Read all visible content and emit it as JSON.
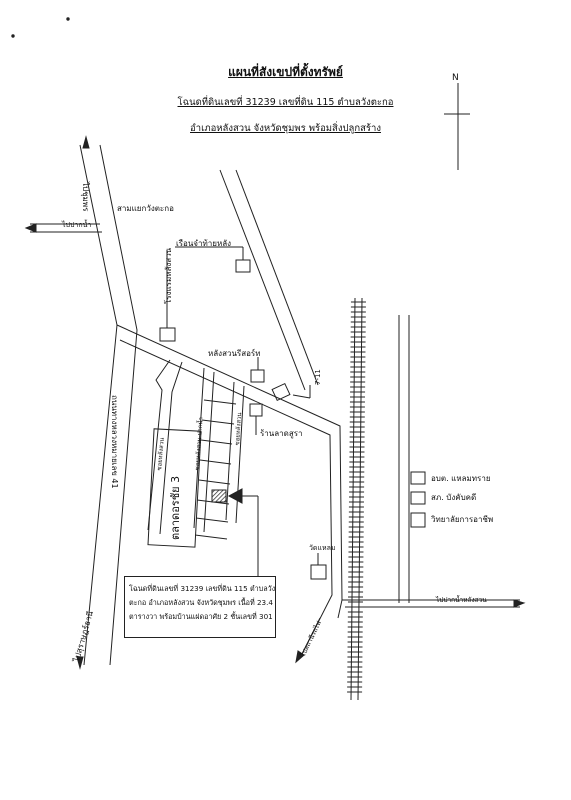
{
  "header": {
    "title": "แผนที่สังเขปที่ตั้งทรัพย์",
    "line1": "โฉนดที่ดินเลขที่ 31239 เลขที่ดิน 115 ตำบลวังตะกอ",
    "line2": "อำเภอหลังสวน จังหวัดชุมพร พร้อมสิ่งปลูกสร้าง"
  },
  "north": "N",
  "labels": {
    "to_chumphon": "ไปชุมพร",
    "junction": "สามแยกวังตะกอ",
    "to_pak_nam": "ไปปากน้ำ",
    "boat_garage": "เรือนจำท้ายหลัง",
    "lang_suan_hotel": "โรงแรมหลังสวน",
    "lang_suan_resort": "หลังสวนรีสอร์ท",
    "seven_eleven": "7-11",
    "shop": "ร้านลาดสูรา",
    "market": "ตลาดอรชัย 3",
    "road_41": "ถนนทางหลวงหมายเลข 41",
    "to_surat": "ไปสุราษฎร์ธานี",
    "soi_a": "ซอยหลังสวน",
    "soi_b": "ซอยหลังสวน-ปากน้ำ",
    "soi_c": "ซอยหลังสวน",
    "obt": "อบต. แหลมทราย",
    "police": "สภ. บังคับคดี",
    "college": "วิทยาลัยการอาชีพ",
    "wat": "วัดแหลม",
    "to_pak_nam_lang_suan": "ไปปากน้ำหลังสวน",
    "to_station": "ไปสถานีรถไฟ"
  },
  "caption": {
    "line1": "โฉนดที่ดินเลขที่ 31239 เลขที่ดิน 115 ตำบลวัง",
    "line2": "ตะกอ อำเภอหลังสวน จังหวัดชุมพร เนื้อที่ 23.4",
    "line3": "ตารางวา พร้อมบ้านแฝดอาศัย 2 ชั้นเลขที่ 301"
  }
}
